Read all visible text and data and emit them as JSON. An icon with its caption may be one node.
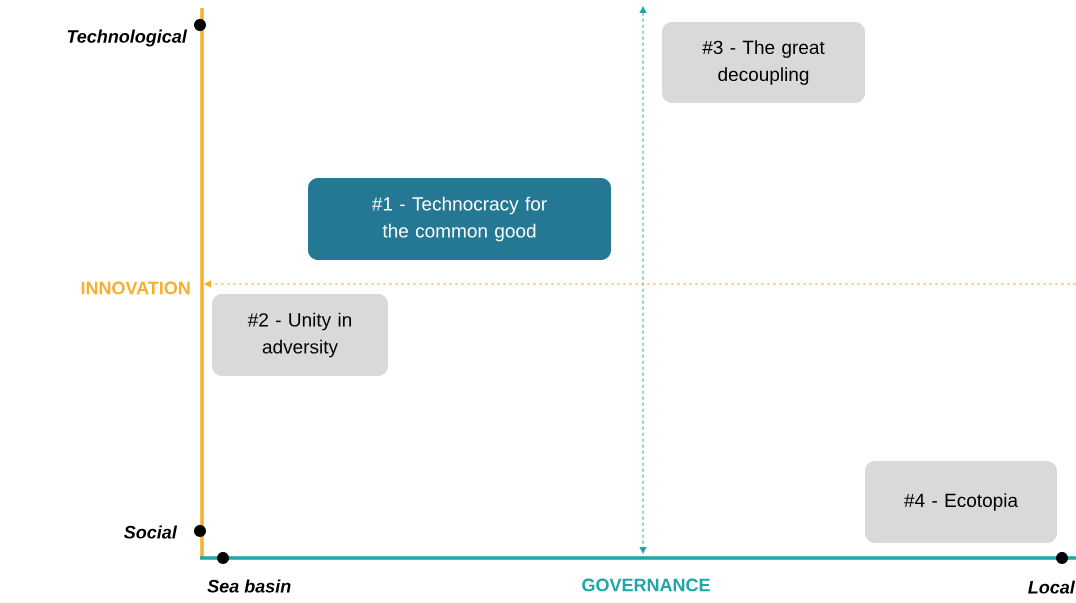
{
  "diagram": {
    "nodes": [
      {
        "text": [
          "#1 - Technocracy for the common good"
        ]
      },
      {
        "text": [
          "#2 - Unity in adversity"
        ]
      },
      {
        "text": [
          "#3 - The great decoupling"
        ]
      },
      {
        "text": [
          "#4 - Ecotopia"
        ]
      }
    ],
    "labels": [
      "Technological",
      "INNOVATION",
      "Social",
      "Sea basin",
      "GOVERNANCE",
      "Local"
    ]
  }
}
